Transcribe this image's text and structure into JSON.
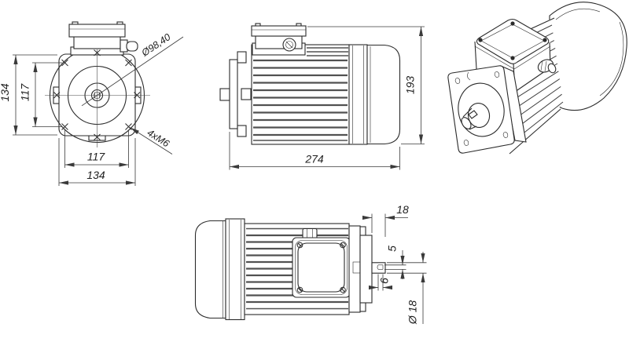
{
  "colors": {
    "background": "#ffffff",
    "line": "#2b2b2b",
    "fins": "#515151",
    "dimensions": "#3a3a3a",
    "text": "#1f1f1f"
  },
  "front_view": {
    "flange_height": "134",
    "bolt_spacing_vertical": "117",
    "bolt_spacing_horizontal": "117",
    "flange_width": "134",
    "spigot_diameter": "Ø98,40",
    "mounting_holes": "4xM6"
  },
  "side_view": {
    "overall_length": "274",
    "overall_height": "193"
  },
  "top_view": {
    "shaft_extension": "18",
    "keyway_width": "5",
    "keyway_length": "6",
    "shaft_diameter": "Ø 18"
  }
}
